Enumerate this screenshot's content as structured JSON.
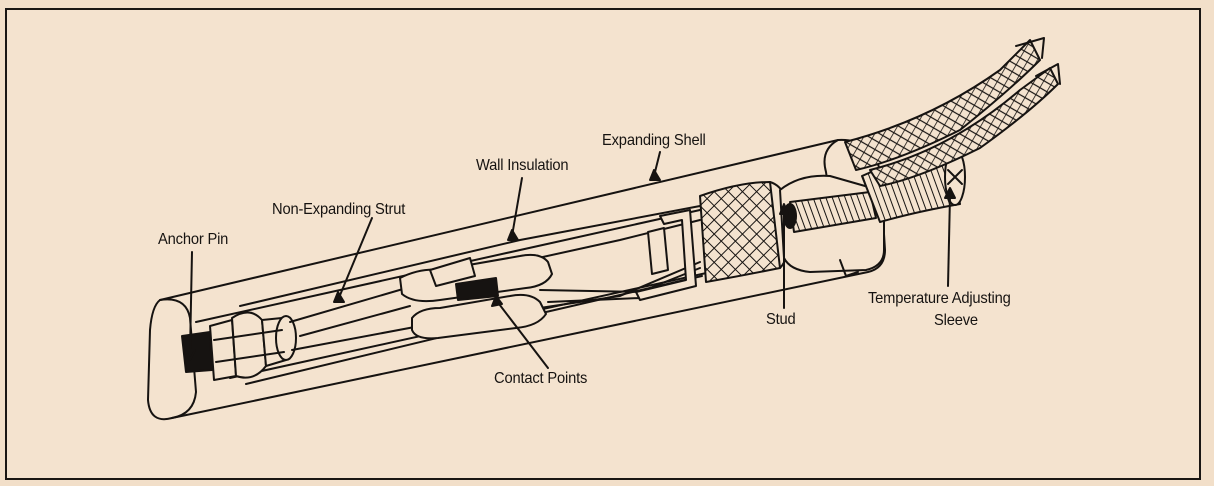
{
  "labels": {
    "expanding_shell": "Expanding Shell",
    "wall_insulation": "Wall Insulation",
    "non_expanding_strut": "Non-Expanding Strut",
    "anchor_pin": "Anchor Pin",
    "stud": "Stud",
    "temperature_adjusting_sleeve_line1": "Temperature Adjusting",
    "temperature_adjusting_sleeve_line2": "Sleeve",
    "contact_points": "Contact Points"
  },
  "colors": {
    "paper": "#f4e3cf",
    "ink": "#161311"
  }
}
